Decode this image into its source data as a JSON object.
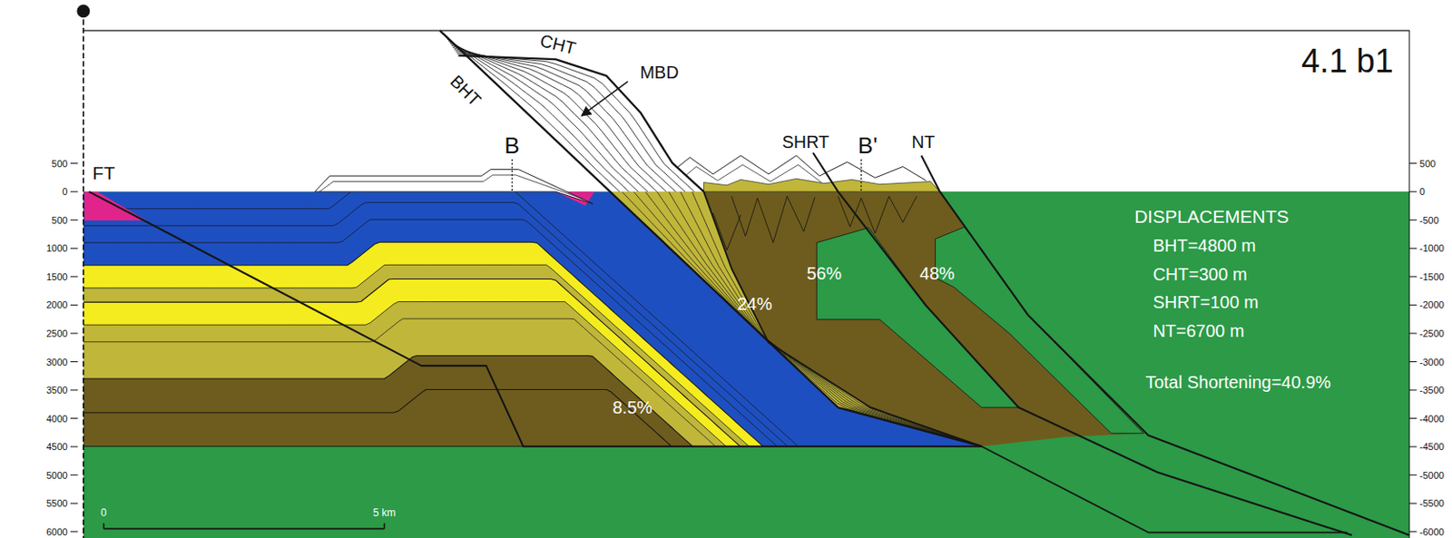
{
  "diagram": {
    "title": "4.1 b1",
    "labels": [
      "FT",
      "BHT",
      "CHT",
      "MBD",
      "B",
      "SHRT",
      "B'",
      "NT",
      "56%",
      "48%",
      "24%",
      "8.5%",
      "DISPLACEMENTS",
      "BHT=4800 m",
      "CHT=300 m",
      "SHRT=100 m",
      "NT=6700 m",
      "Total Shortening=40.9%",
      "0",
      "5 km",
      "500",
      "0",
      "500",
      "1000",
      "1500",
      "2000",
      "2500",
      "3000",
      "3500",
      "4000",
      "4500",
      "5000",
      "5500",
      "6000",
      "500",
      "0",
      "-500",
      "-1000",
      "-1500",
      "-2000",
      "-2500",
      "-3000",
      "-3500",
      "-4000",
      "-4500",
      "-5000",
      "-5500",
      "-6000"
    ]
  }
}
